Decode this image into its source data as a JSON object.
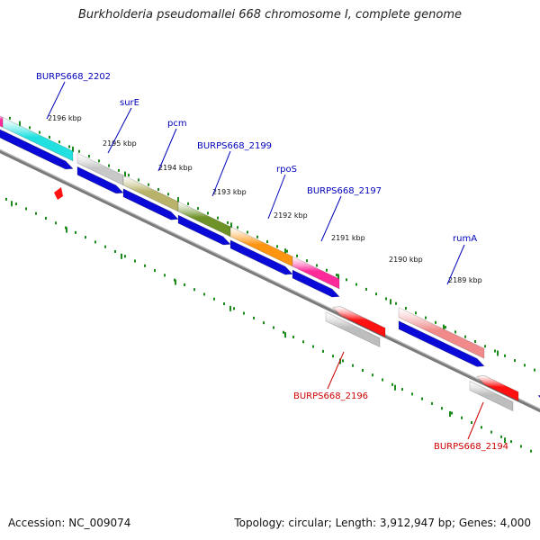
{
  "title": "Burkholderia pseudomallei 668 chromosome I, complete genome",
  "footer": {
    "accession": "Accession: NC_009074",
    "summary": "Topology: circular; Length: 3,912,947 bp; Genes: 4,000"
  },
  "colors": {
    "backbone": "#7a7a7a",
    "cds_arrow": "#0a0ad8",
    "tick": "#1a8a1a",
    "forward_label": "#0000bb",
    "reverse_label": "#cc0000",
    "reverse_gene": "#ff1111",
    "reverse_cds": "#bdbdbd"
  },
  "forward_genes": [
    {
      "label": "BURPS668_2202",
      "color": "#22e0e0"
    },
    {
      "label": "surE",
      "color": "#c8c8c8"
    },
    {
      "label": "pcm",
      "color": "#b9b26a"
    },
    {
      "label": "BURPS668_2199",
      "color": "#6e9228"
    },
    {
      "label": "rpoS",
      "color": "#ff9411"
    },
    {
      "label": "BURPS668_2197",
      "color": "#ff2a9a"
    },
    {
      "label": "rumA",
      "color": "#f08a8a"
    }
  ],
  "reverse_genes": [
    {
      "label": "BURPS668_2196"
    },
    {
      "label": "BURPS668_2194"
    }
  ],
  "ticks": [
    "2196 kbp",
    "2195 kbp",
    "2194 kbp",
    "2193 kbp",
    "2192 kbp",
    "2191 kbp",
    "2190 kbp",
    "2189 kbp"
  ]
}
